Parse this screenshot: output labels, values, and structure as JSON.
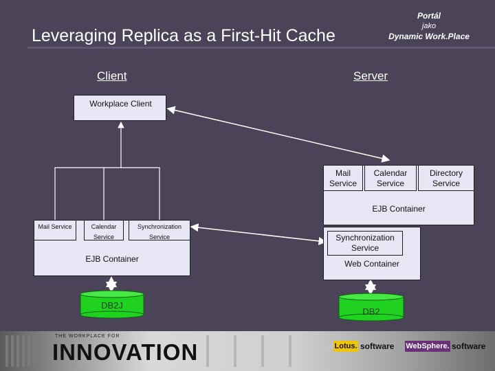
{
  "header": {
    "title": "Leveraging Replica as a First-Hit Cache",
    "brand_line1": "Portál",
    "brand_line2": "jako",
    "brand_line3": "Dynamic Work.Place"
  },
  "columns": {
    "client": "Client",
    "server": "Server"
  },
  "client": {
    "workplace_client": "Workplace Client",
    "services": [
      "Mail Service",
      "Calendar Service",
      "Synchronization Service"
    ],
    "ejb_container": "EJB Container",
    "db": "DB2J"
  },
  "server": {
    "services": [
      "Mail Service",
      "Calendar Service",
      "Directory Service"
    ],
    "ejb_container": "EJB Container",
    "sync_service": "Synchronization Service",
    "web_container": "Web Container",
    "db": "DB2"
  },
  "footer": {
    "tagline": "THE WORKPLACE FOR",
    "innovation": "INNOVATION",
    "lotus": "Lotus.",
    "lotus_software": "software",
    "websphere": "WebSphere.",
    "websphere_software": "software"
  },
  "colors": {
    "background": "#4b4459",
    "box_fill": "#e6e6f4",
    "db_green": "#1fd21f"
  }
}
